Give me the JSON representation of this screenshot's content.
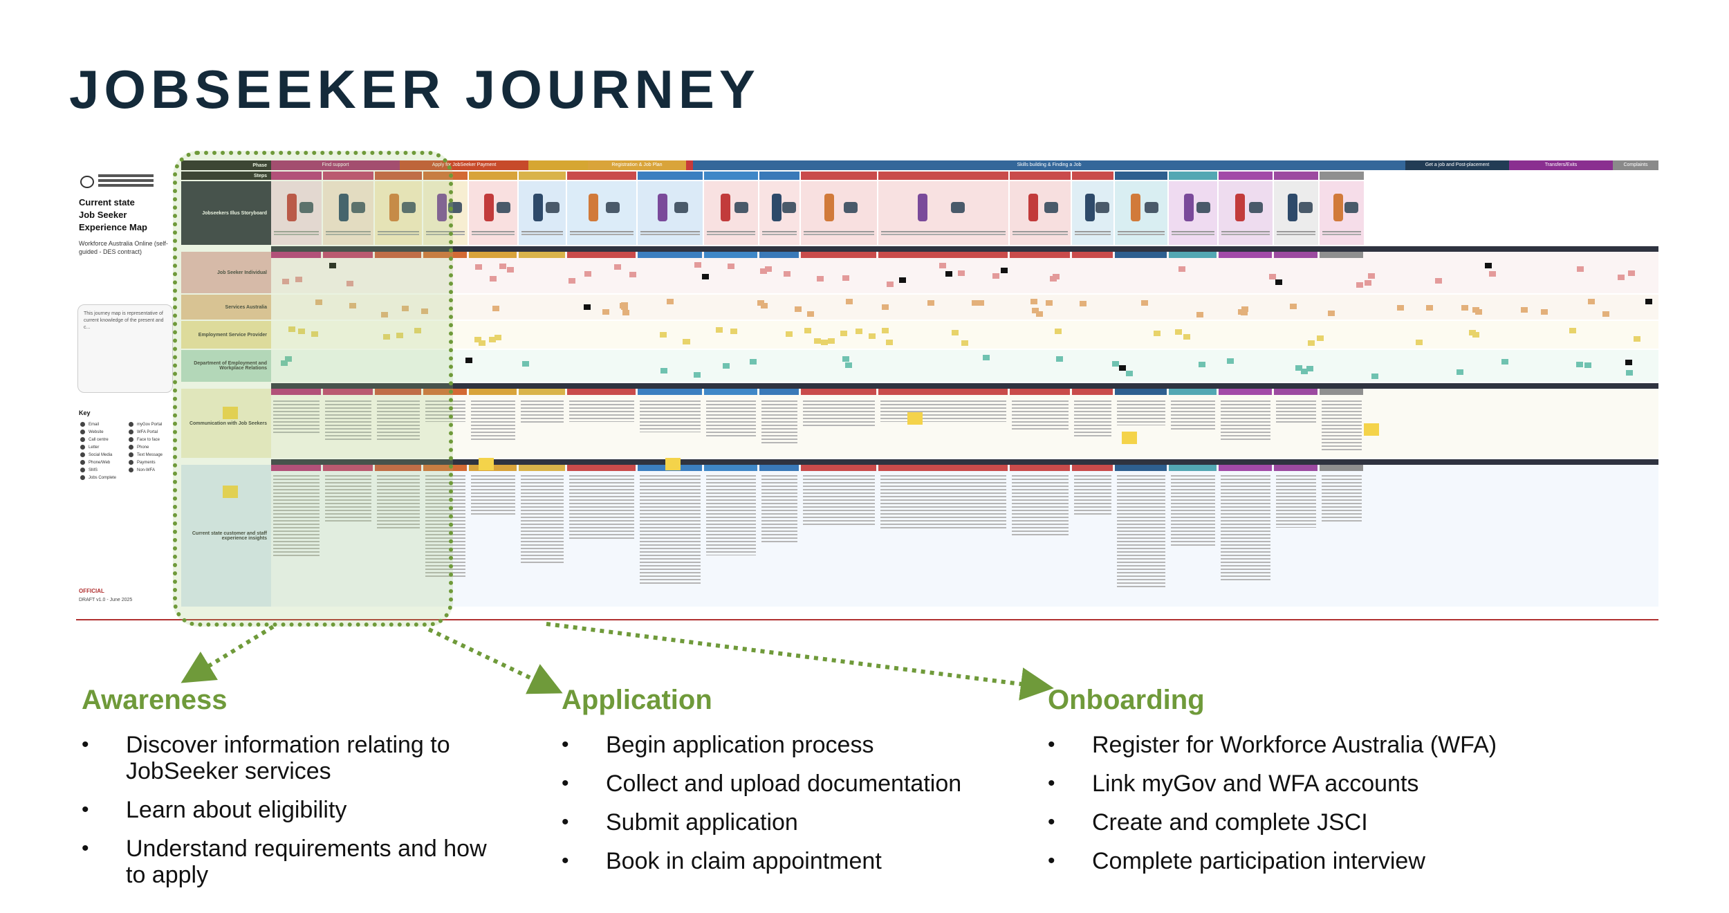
{
  "page": {
    "title": "JOBSEEKER JOURNEY"
  },
  "map": {
    "title_lines": [
      "Current state",
      "Job Seeker",
      "Experience Map"
    ],
    "subtitle": "Workforce Australia Online (self-guided - DES contract)",
    "note": "This journey map is representative of current knowledge of the present and c...",
    "key_heading": "Key",
    "official": "OFFICIAL",
    "draft": "DRAFT v1.0 - June 2025",
    "rows": {
      "phase": "Phase",
      "steps": "Steps",
      "illustration": "Jobseekers Illus Storyboard",
      "jobseeker": "Job Seeker Individual",
      "services_australia": "Services Australia",
      "esp": "Employment Service Provider",
      "dewr": "Department of Employment and Workplace Relations",
      "comms": "Communication with Job Seekers",
      "insights": "Current state customer and staff experience insights"
    },
    "phases": [
      {
        "label": "Find support",
        "color": "#a52c6d"
      },
      {
        "label": "Apply for JobSeeker Payment",
        "color": "#c74a2a"
      },
      {
        "label": "",
        "color": "#d6a632"
      },
      {
        "label": "Registration & Job Plan",
        "color": "#d9a43a"
      },
      {
        "label": "",
        "color": "#c83a3a"
      },
      {
        "label": "Skills building & Finding a Job",
        "color": "#34679a"
      },
      {
        "label": "Get a job and Post-placement",
        "color": "#223c55"
      },
      {
        "label": "Transfers/Exits",
        "color": "#8a2f90"
      },
      {
        "label": "Complaints",
        "color": "#8a8a8a"
      }
    ],
    "key_items": [
      "Email",
      "Website",
      "Call centre",
      "Letter",
      "Social Media",
      "Phone/Web",
      "SMS",
      "Jobs Complete",
      "myGov Portal",
      "WFA Portal",
      "Face to face",
      "Phone",
      "Text Message",
      "Payments",
      "Non-WFA"
    ]
  },
  "stages": [
    {
      "title": "Awareness",
      "items": [
        "Discover information relating to JobSeeker services",
        "Learn about eligibility",
        "Understand requirements and how to apply"
      ]
    },
    {
      "title": "Application",
      "items": [
        "Begin application process",
        "Collect and upload documentation",
        "Submit application",
        "Book in claim appointment"
      ]
    },
    {
      "title": "Onboarding",
      "items": [
        "Register for Workforce Australia (WFA)",
        "Link myGov and WFA accounts",
        "Create and complete JSCI",
        "Complete participation interview"
      ]
    }
  ],
  "colors": {
    "accent": "#6f9a3a",
    "title": "#142a3a"
  }
}
